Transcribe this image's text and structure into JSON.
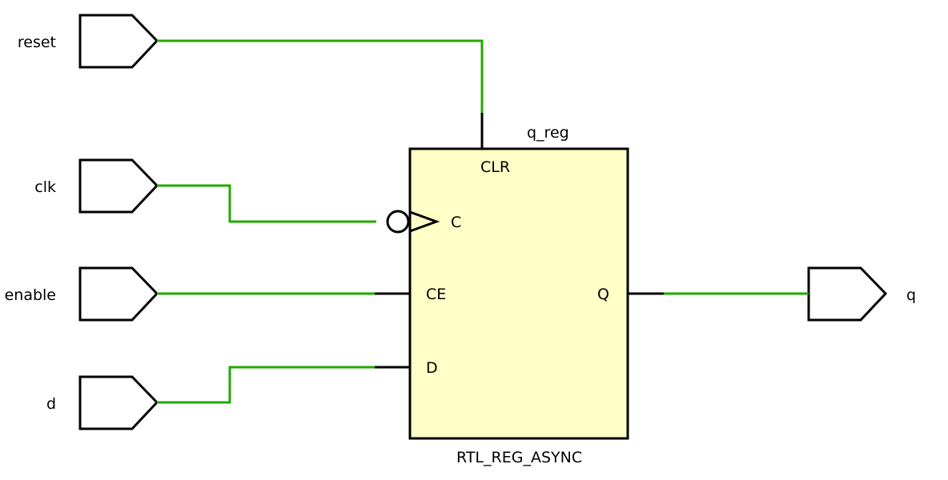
{
  "ports": {
    "inputs": [
      "reset",
      "clk",
      "enable",
      "d"
    ],
    "output": "q"
  },
  "register": {
    "instance_name": "q_reg",
    "cell_type": "RTL_REG_ASYNC",
    "pins": {
      "clr": "CLR",
      "clock": "C",
      "enable": "CE",
      "data": "D",
      "output": "Q"
    }
  },
  "colors": {
    "wire": "#22aa00",
    "register_fill": "#ffffc8",
    "outline": "#000000",
    "background": "#ffffff"
  }
}
